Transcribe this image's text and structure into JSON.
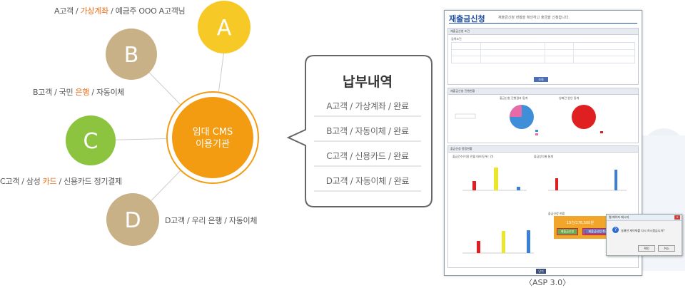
{
  "diagram": {
    "center": {
      "line1": "임대 CMS",
      "line2": "이용기관"
    },
    "nodes": [
      {
        "letter": "A",
        "pre": "A고객  / ",
        "hl": "가상계좌",
        "post": " / 예금주 OOO A고객님"
      },
      {
        "letter": "B",
        "pre": "B고객 / 국민 ",
        "hl": "은행",
        "post": " / 자동이체"
      },
      {
        "letter": "C",
        "pre": "C고객  / 삼성 ",
        "hl": "카드",
        "post": " / 신용카드 정기결제"
      },
      {
        "letter": "D",
        "pre": "D고객 / 우리 은행 / 자동이체",
        "hl": "",
        "post": ""
      }
    ]
  },
  "bubble": {
    "title": "납부내역",
    "rows": [
      "A고객 / 가상계좌 / 완료",
      "B고객 / 자동이체 / 완료",
      "C고객 / 신용카드 / 완료",
      "D고객 / 자동이체 / 완료"
    ]
  },
  "screenshot": {
    "title": "재출금신청",
    "subtitle": "재출금신청 현황을 확인하고 출금을 신청합니다.",
    "section1": {
      "header": "재출금신청 조건",
      "label": "검색조건",
      "btn": "조회"
    },
    "section2": {
      "header": "재출금신청 진행현황",
      "chart1": "출금신청 진행결과 통계",
      "chart2": "실패건 원인 통계"
    },
    "section3": {
      "header": "출금신청 종합현황",
      "chart1": "출금건수/이용 전월 대비(단위: 건)",
      "chart2": "출금방식별 통계",
      "chart3": "출금신청 현황"
    },
    "apply_box": {
      "amount": "15건/176,500원",
      "btn1": "재출금신청",
      "btn2": "재출금신청 취소"
    },
    "dialog": {
      "title": "웹 페이지 메시지",
      "message": "실패한 재이체를 다시 하시겠습니까?",
      "ok": "확인",
      "cancel": "취소"
    },
    "bottom_btn": "닫기"
  },
  "caption": "〈ASP 3.0〉",
  "colors": {
    "orange": "#f39c12",
    "yellow": "#f7c926",
    "tan": "#c8b186",
    "green": "#8cc33f",
    "blue": "#3e7fd6",
    "red": "#e02020"
  }
}
